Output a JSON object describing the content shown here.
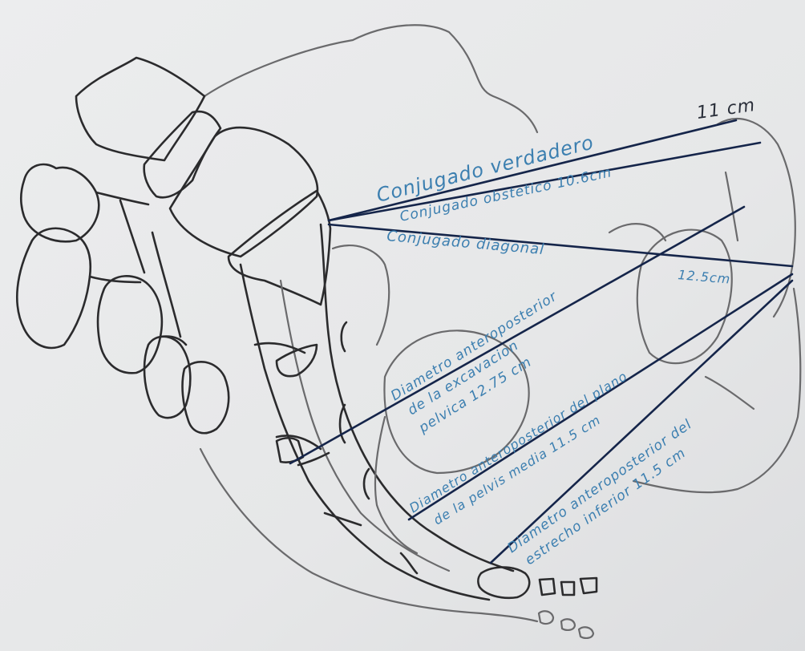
{
  "labels": {
    "conjugado_verdadero": "Conjugado verdadero",
    "conjugado_verdadero_value": "11 cm",
    "conjugado_obstetrico": "Conjugado obstetico 10.6cm",
    "conjugado_diagonal": "Conjugado diagonal",
    "conjugado_diagonal_value": "12.5cm",
    "excavacion_line1": "Diametro anteroposterior",
    "excavacion_line2": "de la excavacion",
    "excavacion_line3": "pelvica 12.75 cm",
    "plano_line1": "Diametro anteroposterior del plano",
    "plano_line2": "de la pelvis media 11.5 cm",
    "estrecho_line1": "Diametro anteroposterior del",
    "estrecho_line2": "estrecho inferior 11.5 cm"
  },
  "colors": {
    "paper": "#e8e9ea",
    "pencil": "#2b2b2d",
    "diameter_lines": "#15254a",
    "handwriting": "#3c7fb0"
  }
}
